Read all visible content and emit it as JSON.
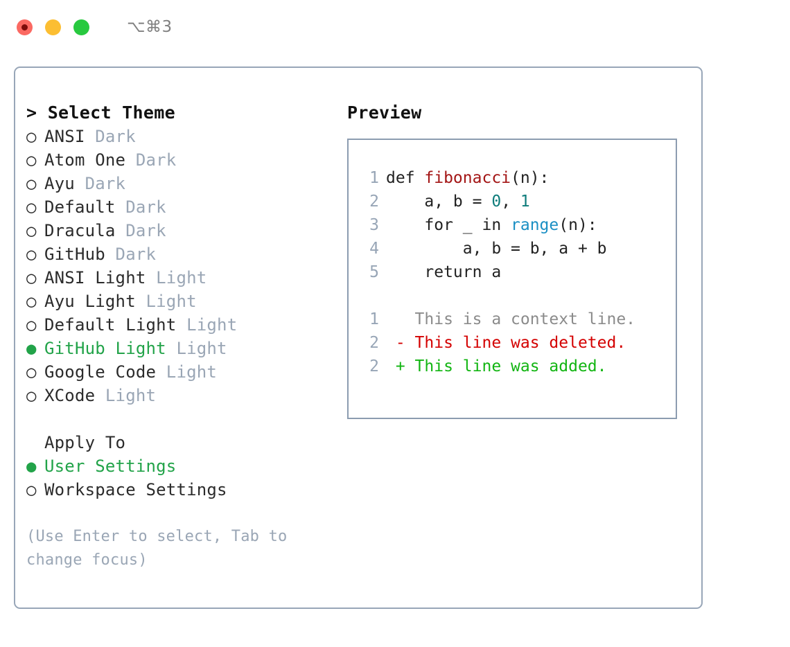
{
  "titlebar": {
    "shortcut": "⌥⌘3",
    "buttons": [
      {
        "name": "close",
        "color": "#fb6962"
      },
      {
        "name": "minimize",
        "color": "#fcbe32"
      },
      {
        "name": "maximize",
        "color": "#28c93f"
      }
    ]
  },
  "theme_list": {
    "header": "> Select Theme",
    "marker_selected": "●",
    "marker_unselected": "○",
    "items": [
      {
        "name": "ANSI",
        "tag": "Dark",
        "selected": false
      },
      {
        "name": "Atom One",
        "tag": "Dark",
        "selected": false
      },
      {
        "name": "Ayu",
        "tag": "Dark",
        "selected": false
      },
      {
        "name": "Default",
        "tag": "Dark",
        "selected": false
      },
      {
        "name": "Dracula",
        "tag": "Dark",
        "selected": false
      },
      {
        "name": "GitHub",
        "tag": "Dark",
        "selected": false
      },
      {
        "name": "ANSI Light",
        "tag": "Light",
        "selected": false
      },
      {
        "name": "Ayu Light",
        "tag": "Light",
        "selected": false
      },
      {
        "name": "Default Light",
        "tag": "Light",
        "selected": false
      },
      {
        "name": "GitHub Light",
        "tag": "Light",
        "selected": true
      },
      {
        "name": "Google Code",
        "tag": "Light",
        "selected": false
      },
      {
        "name": "XCode",
        "tag": "Light",
        "selected": false
      }
    ]
  },
  "apply_to": {
    "header": "Apply To",
    "items": [
      {
        "name": "User Settings",
        "selected": true
      },
      {
        "name": "Workspace Settings",
        "selected": false
      }
    ]
  },
  "hint": "(Use Enter to select, Tab to change focus)",
  "preview": {
    "header": "Preview",
    "code_lines": [
      {
        "number": "1",
        "tokens": [
          {
            "text": "def ",
            "type": "plain"
          },
          {
            "text": "fibonacci",
            "type": "fn"
          },
          {
            "text": "(n):",
            "type": "plain"
          }
        ]
      },
      {
        "number": "2",
        "tokens": [
          {
            "text": "    a, b = ",
            "type": "plain"
          },
          {
            "text": "0",
            "type": "num"
          },
          {
            "text": ", ",
            "type": "plain"
          },
          {
            "text": "1",
            "type": "num"
          }
        ]
      },
      {
        "number": "3",
        "tokens": [
          {
            "text": "    for _ in ",
            "type": "plain"
          },
          {
            "text": "range",
            "type": "call"
          },
          {
            "text": "(n):",
            "type": "plain"
          }
        ]
      },
      {
        "number": "4",
        "tokens": [
          {
            "text": "        a, b = b, a + b",
            "type": "plain"
          }
        ]
      },
      {
        "number": "5",
        "tokens": [
          {
            "text": "    return a",
            "type": "plain"
          }
        ]
      },
      {
        "blank": true
      },
      {
        "number": "1",
        "tokens": [
          {
            "text": "   This is a context line.",
            "type": "ctx"
          }
        ]
      },
      {
        "number": "2",
        "tokens": [
          {
            "text": " - This line was deleted.",
            "type": "del"
          }
        ]
      },
      {
        "number": "2",
        "tokens": [
          {
            "text": " + This line was added.",
            "type": "add"
          }
        ]
      }
    ]
  },
  "colors": {
    "accent_green": "#22a349",
    "border": "#98a6b8",
    "muted": "#9aa6b5",
    "fn_red": "#a31515",
    "num_teal": "#0e7c7b",
    "call_blue": "#1a8fc4",
    "diff_del": "#d40000",
    "diff_add": "#12b512"
  }
}
